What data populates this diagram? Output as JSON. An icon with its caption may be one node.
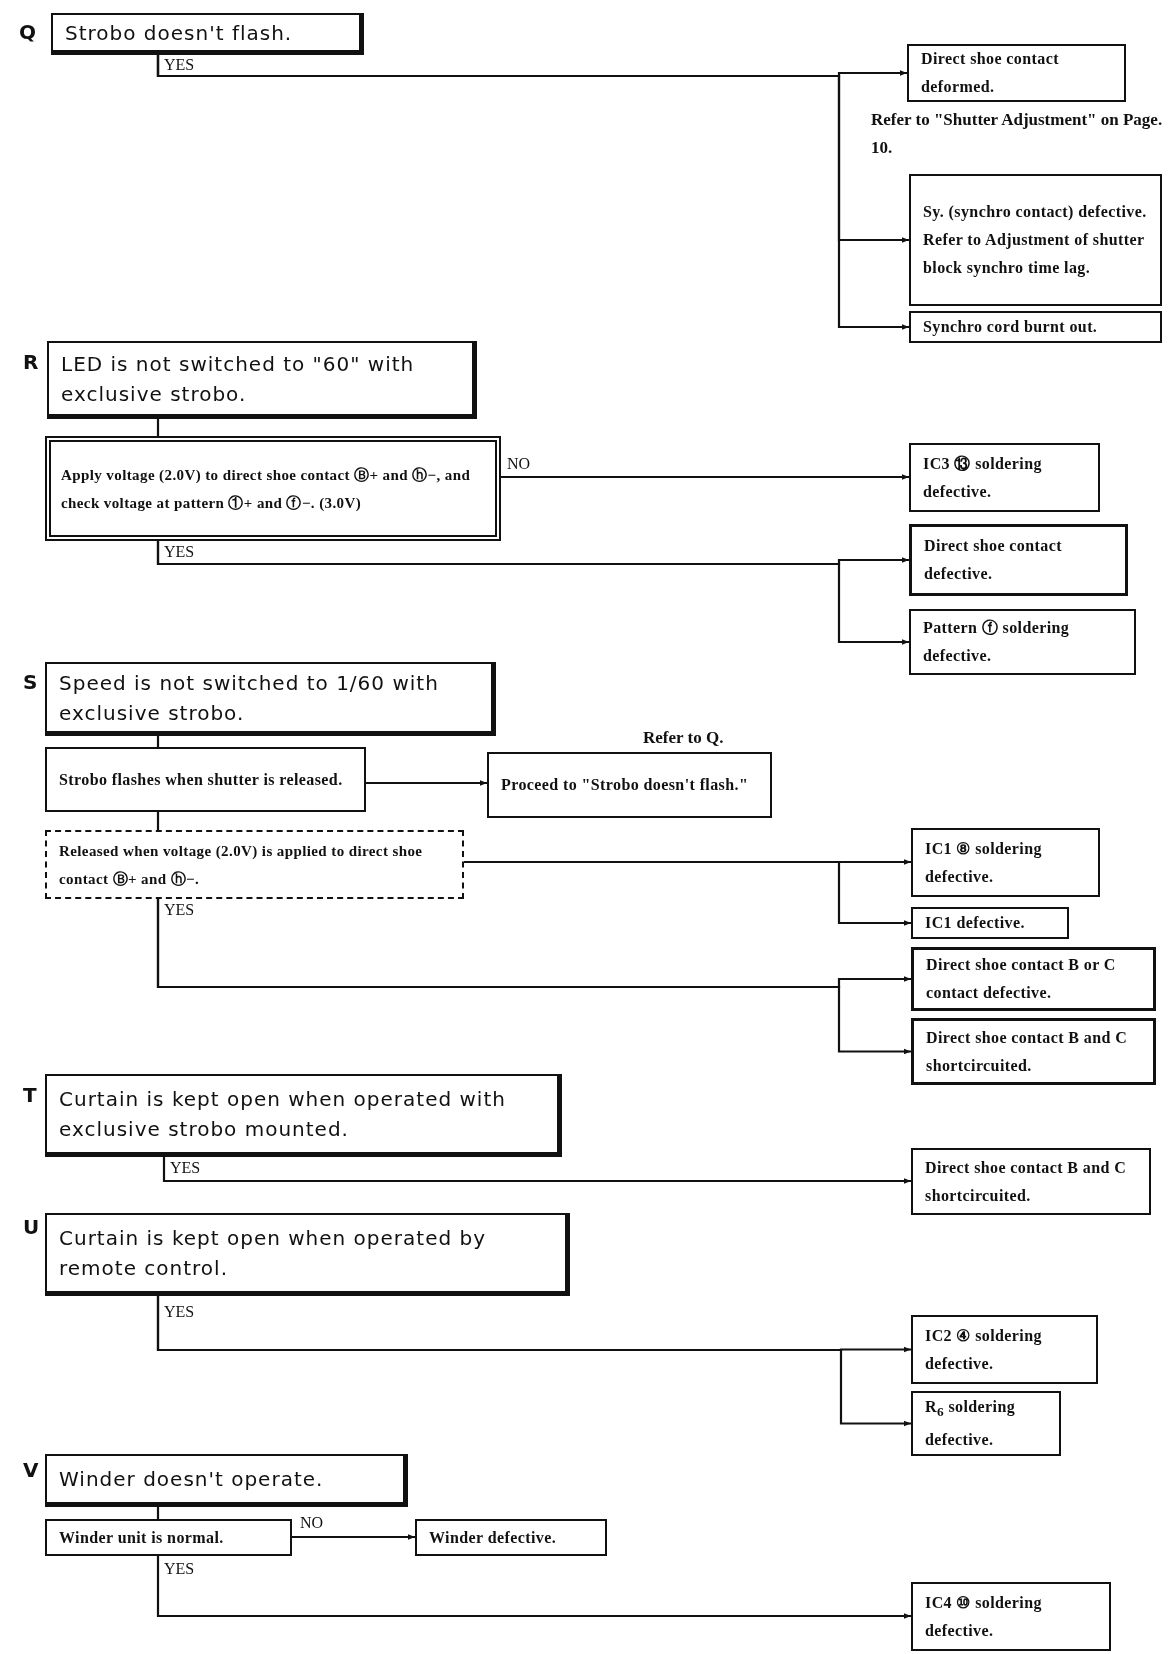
{
  "diagram": {
    "nodes": [
      {
        "text": [
          "Strobo doesn't flash."
        ]
      },
      {
        "text": [
          "Direct shoe contact deformed."
        ],
        "beside": [
          "Refer to \"Shutter Adjustment\" on Page. 10."
        ]
      },
      {
        "text": [
          "Sy. (synchro contact) defective. Refer to Adjustment of shutter block synchro time lag."
        ]
      },
      {
        "text": [
          "Synchro cord burnt out."
        ]
      },
      {
        "text": [
          "LED is not switched to \"60\" with exclusive strobo."
        ]
      },
      {
        "text": [
          "Apply voltage (2.0V) to direct shoe contact Ⓑ+ and ⓗ−, and check voltage at pattern ①+ and ⓕ−. (3.0V)"
        ]
      },
      {
        "text": [
          "IC3 ⑬ soldering defective."
        ]
      },
      {
        "text": [
          "Direct shoe contact defective."
        ]
      },
      {
        "text": [
          "Pattern ⓕ soldering defective."
        ]
      },
      {
        "text": [
          "Speed is not switched to 1/60 with exclusive strobo."
        ]
      },
      {
        "text": [
          "Strobo flashes when shutter is released."
        ]
      },
      {
        "text": [
          "Proceed to \"Strobo doesn't flash.\""
        ],
        "beside": [
          "Refer to Q."
        ]
      },
      {
        "text": [
          "Released when voltage (2.0V) is applied to direct shoe contact Ⓑ+ and ⓗ−."
        ]
      },
      {
        "text": [
          "IC1 ⑧ soldering defective."
        ]
      },
      {
        "text": [
          "IC1 defective."
        ]
      },
      {
        "text": [
          "Direct shoe contact B or C contact defective."
        ]
      },
      {
        "text": [
          "Direct shoe contact B and C shortcircuited."
        ]
      },
      {
        "text": [
          "Curtain is kept open when operated with exclusive strobo mounted."
        ]
      },
      {
        "text": [
          "Direct shoe contact B and C shortcircuited."
        ]
      },
      {
        "text": [
          "Curtain is kept open when operated by remote control."
        ]
      },
      {
        "text": [
          "IC2 ④ soldering defective."
        ]
      },
      {
        "text": [
          "R$_{6}$ soldering defective."
        ]
      },
      {
        "text": [
          "Winder doesn't operate."
        ]
      },
      {
        "text": [
          "Winder unit is normal."
        ]
      },
      {
        "text": [
          "Winder defective."
        ]
      },
      {
        "text": [
          "IC4 ⑩ soldering defective."
        ]
      }
    ],
    "edges": [
      {
        "from": 0,
        "to": 1,
        "arrow": "to",
        "label": "YES"
      },
      {
        "from": 0,
        "to": 2,
        "arrow": "to"
      },
      {
        "from": 0,
        "to": 3,
        "arrow": "to"
      },
      {
        "from": 4,
        "to": 5,
        "arrow": "none"
      },
      {
        "from": 5,
        "to": 6,
        "arrow": "to",
        "label": "NO"
      },
      {
        "from": 5,
        "to": 7,
        "arrow": "to",
        "label": "YES"
      },
      {
        "from": 5,
        "to": 8,
        "arrow": "to"
      },
      {
        "from": 9,
        "to": 10,
        "arrow": "none"
      },
      {
        "from": 10,
        "to": 11,
        "arrow": "to"
      },
      {
        "from": 10,
        "to": 12,
        "arrow": "none"
      },
      {
        "from": 12,
        "to": 13,
        "arrow": "to"
      },
      {
        "from": 12,
        "to": 14,
        "arrow": "to"
      },
      {
        "from": 12,
        "to": 15,
        "arrow": "to",
        "label": "YES"
      },
      {
        "from": 12,
        "to": 16,
        "arrow": "to"
      },
      {
        "from": 17,
        "to": 18,
        "arrow": "to",
        "label": "YES"
      },
      {
        "from": 19,
        "to": 20,
        "arrow": "to",
        "label": "YES"
      },
      {
        "from": 19,
        "to": 21,
        "arrow": "to"
      },
      {
        "from": 22,
        "to": 23,
        "arrow": "none"
      },
      {
        "from": 23,
        "to": 24,
        "arrow": "to",
        "label": "NO"
      },
      {
        "from": 23,
        "to": 25,
        "arrow": "to",
        "label": "YES"
      }
    ],
    "labels": [
      "Q",
      "R",
      "S",
      "T",
      "U",
      "V"
    ]
  }
}
